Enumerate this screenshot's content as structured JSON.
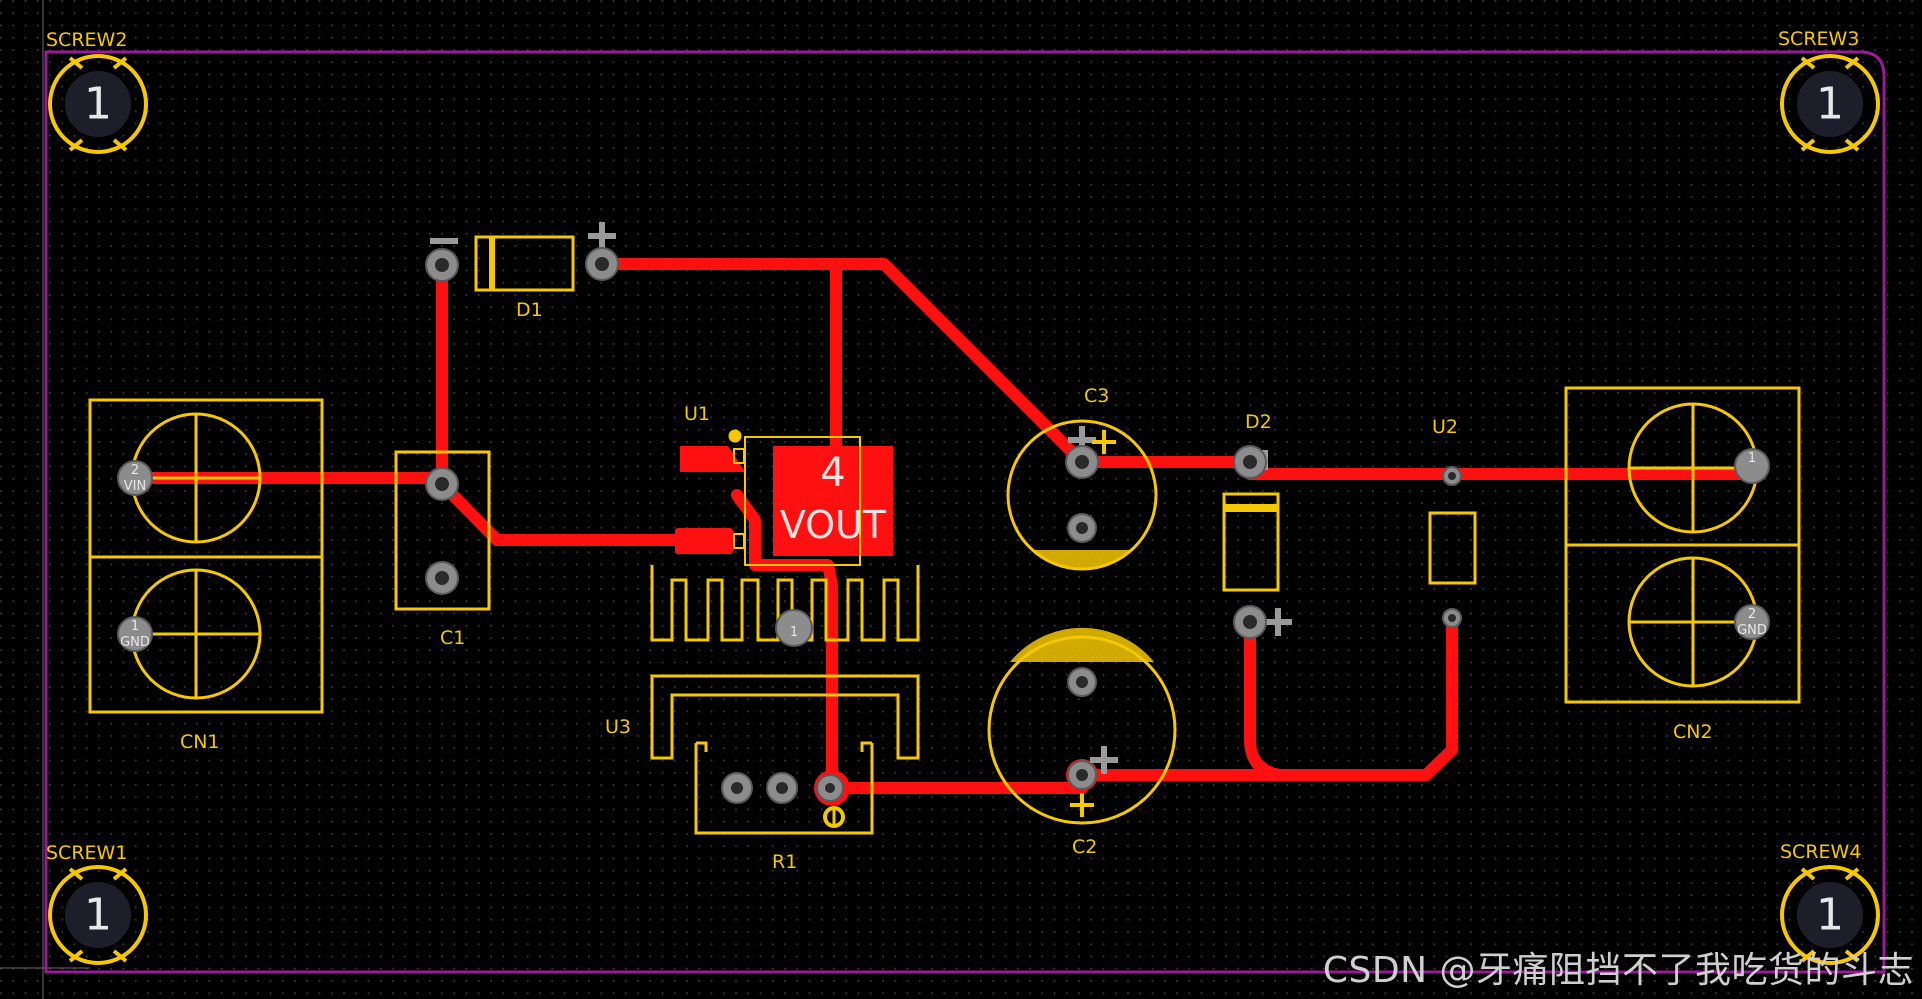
{
  "board": {
    "designators": {
      "screw1": "SCREW1",
      "screw2": "SCREW2",
      "screw3": "SCREW3",
      "screw4": "SCREW4",
      "d1": "D1",
      "d2": "D2",
      "c1": "C1",
      "c2": "C2",
      "c3": "C3",
      "u1": "U1",
      "u2": "U2",
      "u3": "U3",
      "r1": "R1",
      "cn1": "CN1",
      "cn2": "CN2"
    },
    "pad_labels": {
      "screw_pad": "1",
      "u3_tab_number": "4",
      "u3_tab_net": "VOUT",
      "u3_pin": "1",
      "cn1_pin2_num": "2",
      "cn1_pin2_net": "VIN",
      "cn1_pin1_num": "1",
      "cn1_pin1_net": "GND",
      "cn2_pin1_num": "1",
      "cn2_pin2_num": "2",
      "cn2_pin2_net": "GND"
    },
    "colors": {
      "background": "#000000",
      "outline": "#9a1a9a",
      "copper": "#ff1010",
      "silkscreen": "#f5c800",
      "pad": "#8c8c8c",
      "grid_dot": "#3a3a3a"
    }
  },
  "watermark": "CSDN @牙痛阻挡不了我吃货的斗志"
}
